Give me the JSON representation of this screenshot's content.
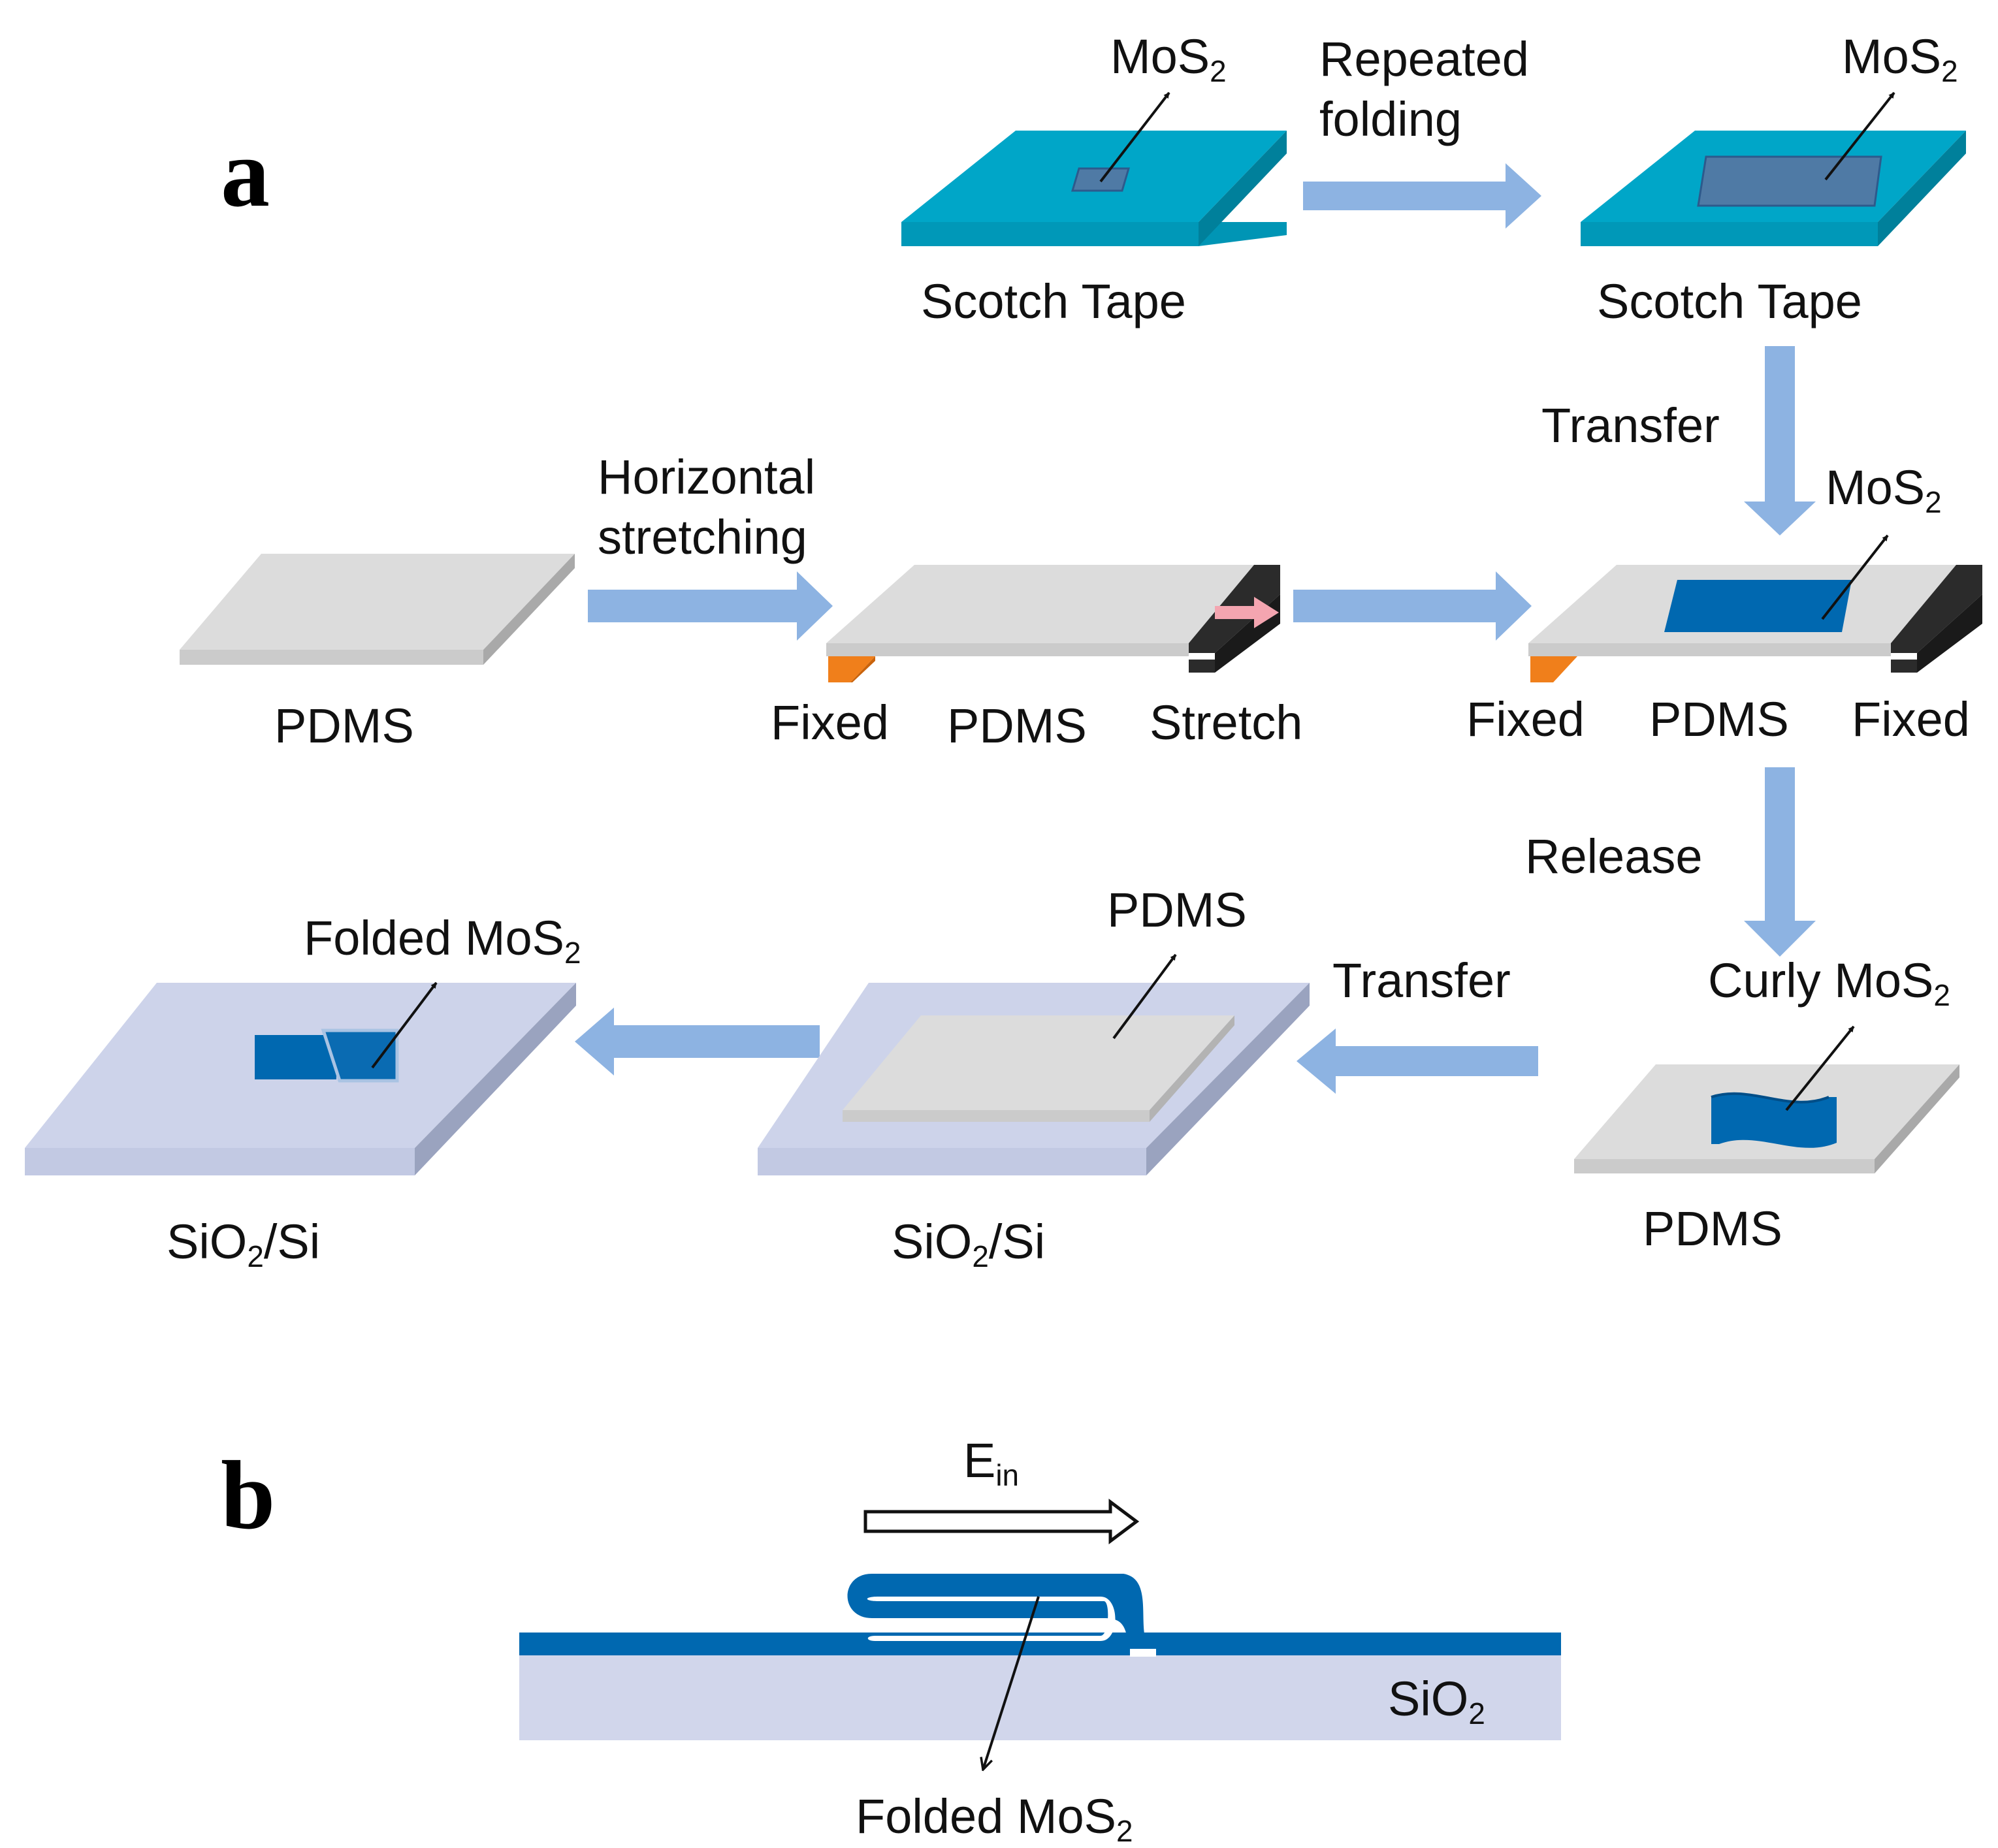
{
  "panels": {
    "a": "a",
    "b": "b"
  },
  "labels": {
    "mos2_top_left": "MoS",
    "mos2_top_right": "MoS",
    "mos2_pdms_stretched": "MoS",
    "mos2_sub": "2",
    "repeated_folding_line1": "Repeated",
    "repeated_folding_line2": "folding",
    "scotch_tape_1": "Scotch Tape",
    "scotch_tape_2": "Scotch Tape",
    "transfer_down": "Transfer",
    "horizontal_stretching_line1": "Horizontal",
    "horizontal_stretching_line2": "stretching",
    "pdms_plain": "PDMS",
    "fixed_left_1": "Fixed",
    "pdms_stretch": "PDMS",
    "stretch": "Stretch",
    "fixed_left_2": "Fixed",
    "pdms_transfer": "PDMS",
    "fixed_right": "Fixed",
    "release": "Release",
    "curly_mos2": "Curly MoS",
    "pdms_curly": "PDMS",
    "transfer_left": "Transfer",
    "pdms_on_sio2": "PDMS",
    "folded_mos2_a": "Folded MoS",
    "sio2si_1_pre": "SiO",
    "sio2si_1_post": "/Si",
    "sio2si_2_pre": "SiO",
    "sio2si_2_post": "/Si",
    "e_in_main": "E",
    "e_in_sub": "in",
    "sio2_b": "SiO",
    "folded_mos2_b": "Folded MoS"
  },
  "colors": {
    "scotch_tape": "#00a6c8",
    "mos2": "#0068b0",
    "process_arrow": "#8db3e2",
    "pdms": "#dcdcdc",
    "sio2si": "#cdd3ea",
    "fixed_clamp": "#f07f1b",
    "stretch_clamp": "#2b2b2b",
    "stretch_arrow": "#f4a5b0"
  }
}
